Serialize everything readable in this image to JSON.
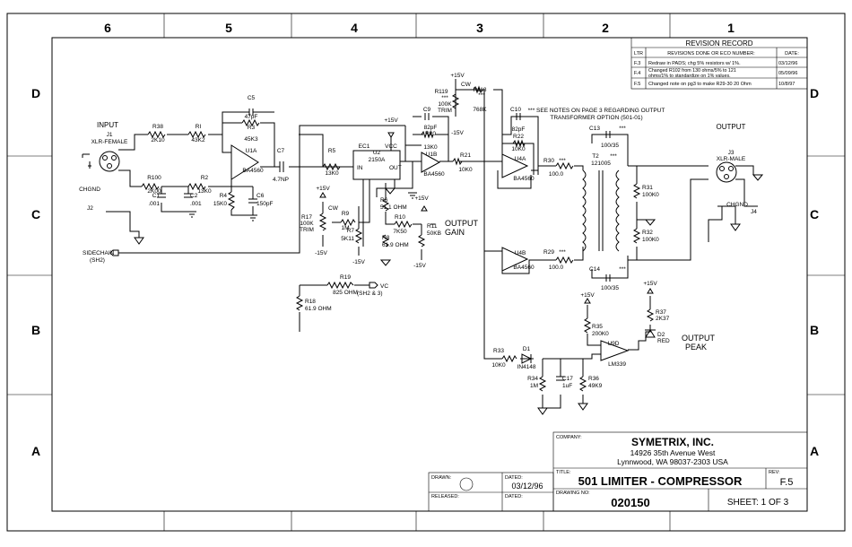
{
  "frame": {
    "zones_top": [
      "6",
      "5",
      "4",
      "3",
      "2",
      "1"
    ],
    "zones_side": [
      "D",
      "C",
      "B",
      "A"
    ]
  },
  "revision": {
    "title": "REVISION RECORD",
    "header": {
      "ltr": "LTR",
      "desc": "REVISIONS DONE OR ECO NUMBER:",
      "date": "DATE:"
    },
    "rows": [
      {
        "ltr": "F.3",
        "desc": "Redraw in PADS; chg 5% resistors w/ 1%.",
        "date": "03/12/96"
      },
      {
        "ltr": "F.4",
        "desc1": "Changed R102 from 130 ohms/5% to 121",
        "desc2": "ohms/1% to standardize on 1% values.",
        "date": "05/09/96"
      },
      {
        "ltr": "F.5",
        "desc": "Changed note on pg3 to make R29-30 20 Ohm",
        "date": "10/8/97"
      }
    ]
  },
  "title_block": {
    "company_label": "COMPANY:",
    "company": "SYMETRIX, INC.",
    "address1": "14926 35th Avenue West",
    "address2": "Lynnwood, WA 98037-2303  USA",
    "title_label": "TITLE:",
    "title": "501 LIMITER - COMPRESSOR",
    "rev_label": "REV:",
    "rev": "F.5",
    "drawn_label": "DRAWN:",
    "dated_label": "DATED:",
    "dated1": "03/12/96",
    "released_label": "RELEASED:",
    "dated2_label": "DATED:",
    "drawing_no_label": "DRAWING NO:",
    "drawing_no": "020150",
    "sheet": "SHEET:   1 OF 3"
  },
  "labels": {
    "input": "INPUT",
    "j1": "J1",
    "j1_type": "XLR-FEMALE",
    "chgnd1": "CHGND",
    "j2": "J2",
    "sidechain": "SIDECHAIN",
    "sh2": "(SH2)",
    "r38": "R38",
    "r38v": "2K10",
    "r1": "RI",
    "r1v": "43K2",
    "c5": "C5",
    "c5v": "47pF",
    "r3": "R3",
    "r3v": "45K3",
    "u1a": "U1A",
    "u1av": "BA4560",
    "c7": "C7",
    "c7v": "4.7NP",
    "r100": "R100",
    "r100v": "2K00",
    "r2": "R2",
    "r2v": "13K0",
    "c1": "C1",
    "c1v": ".001",
    "c2": "C2",
    "c2v": ".001",
    "r4": "R4",
    "r4v": "15K0",
    "c6": "C6",
    "c6v": "150pF",
    "r5": "R5",
    "r5v": "13K0",
    "u2": "U2",
    "u2v": "2150A",
    "ec1": "EC1",
    "vcc": "VCC",
    "in": "IN",
    "out": "OUT",
    "p15v_a": "+15V",
    "r17": "R17",
    "r17v": "100K",
    "trim": "TRIM",
    "r9": "R9",
    "r9v": "1M",
    "m15v_a": "-15V",
    "r7": "R7",
    "r7v": "5K11",
    "r6": "R6",
    "r6v": "51.1 OHM",
    "r8": "R8",
    "r8v": "61.9 OHM",
    "m15v_b": "-15V",
    "r10": "R10",
    "r10v": "7K50",
    "r11": "R11",
    "r11v": "50KB",
    "p15v_b": "+15V",
    "m15v_c": "-15V",
    "output_gain1": "OUTPUT",
    "output_gain2": "GAIN",
    "r19": "R19",
    "r19v": "825 OHM",
    "vc": "VC",
    "sh23": "(SH2 & 3)",
    "r18": "R18",
    "r18v": "61.9 OHM",
    "p15v_c": "+15V",
    "r119": "R119",
    "r119v": "100K",
    "r119t": "TRIM",
    "stars": "***",
    "m15v_d": "-15V",
    "r118": "R118",
    "r118v": "768K",
    "c9": "C9",
    "c9v": "82pF",
    "r20": "R20",
    "r20v": "13K0",
    "u1b": "U1B",
    "u1bv": "BA4560",
    "r21": "R21",
    "r21v": "10K0",
    "c10": "C10",
    "c10v": "82pF",
    "r22": "R22",
    "r22v": "10K0",
    "u4a": "U4A",
    "u4av": "BA4560",
    "notes1": "*** SEE NOTES ON PAGE 3 REGARDING OUTPUT",
    "notes2": "TRANSFORMER OPTION (501-01)",
    "c13": "C13",
    "c13v": "100/35",
    "r30": "R30",
    "r30v": "100.0",
    "t2": "T2",
    "t2v": "121005",
    "r31": "R31",
    "r31v": "100K0",
    "r32": "R32",
    "r32v": "100K0",
    "output": "OUTPUT",
    "j3": "J3",
    "j3_type": "XLR-MALE",
    "chgnd2": "CHGND",
    "j4": "J4",
    "u4b": "U4B",
    "u4bv": "BA4560",
    "r29": "R29",
    "r29v": "100.0",
    "c14": "C14",
    "c14v": "100/35",
    "p15v_d": "+15V",
    "r35": "R35",
    "r35v": "200K0",
    "p15v_e": "+15V",
    "r37": "R37",
    "r37v": "2K37",
    "d2": "D2",
    "d2v": "RED",
    "output_peak1": "OUTPUT",
    "output_peak2": "PEAK",
    "u9d": "U9D",
    "u9dv": "LM339",
    "r33": "R33",
    "r33v": "10K0",
    "d1": "D1",
    "d1v": "IN4148",
    "r34": "R34",
    "r34v": "1M",
    "c17": "C17",
    "c17v": "1uF",
    "r36": "R36",
    "r36v": "49K9",
    "cw": "CW"
  }
}
